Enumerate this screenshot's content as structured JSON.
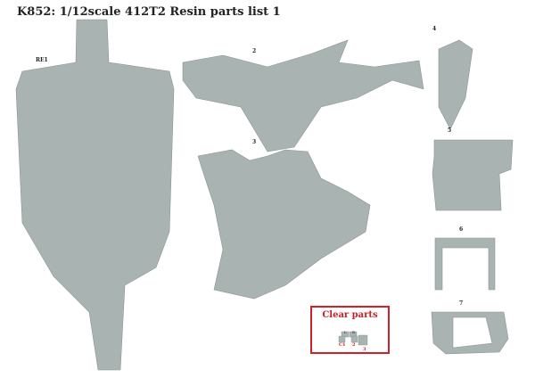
{
  "title": "K852: 1/12scale 412T2 Resin parts list 1",
  "parts": [
    {
      "label": "RE1"
    },
    {
      "label": "2"
    },
    {
      "label": "3"
    },
    {
      "label": "4"
    },
    {
      "label": "5"
    },
    {
      "label": "6"
    },
    {
      "label": "7"
    }
  ],
  "clear_parts": {
    "title": "Clear parts",
    "labels": [
      "C1",
      "2",
      "3"
    ],
    "side_marks": [
      "L",
      "R"
    ]
  },
  "colors": {
    "part": "#a9b3b1",
    "frame": "#d0202a"
  }
}
